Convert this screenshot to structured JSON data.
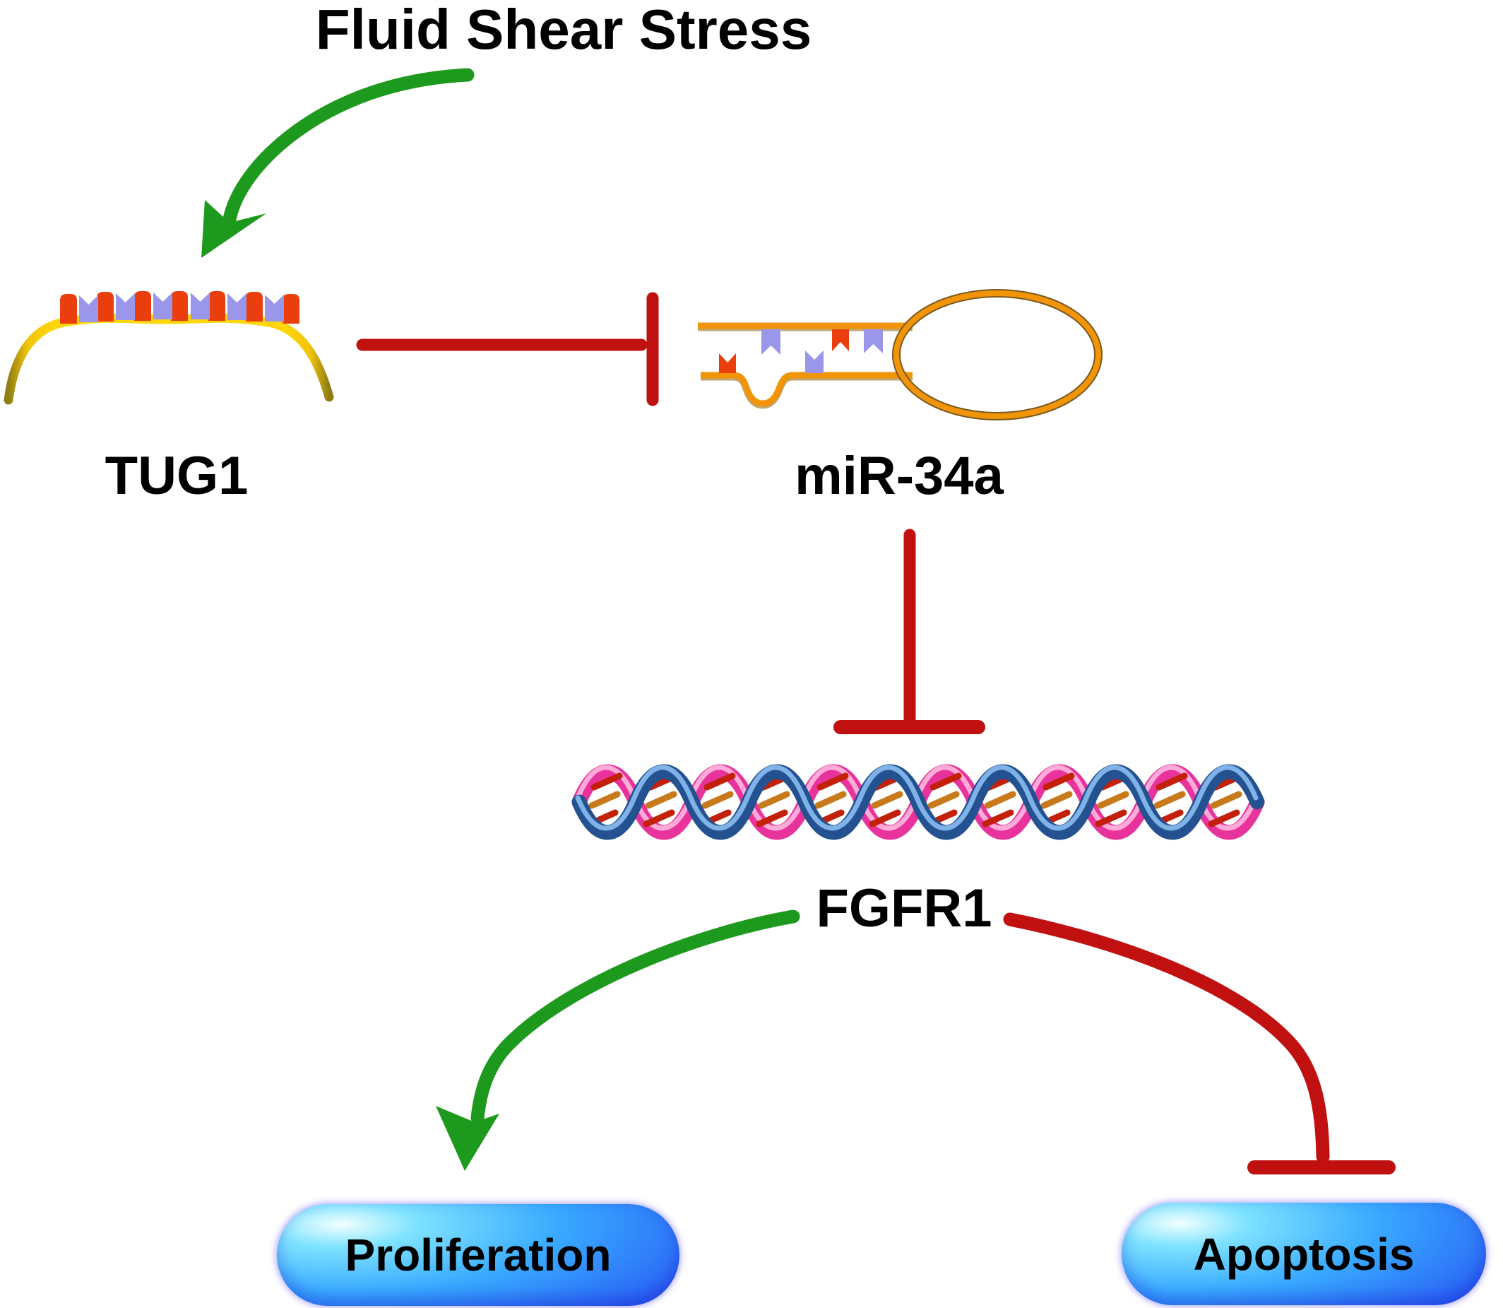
{
  "title": "Fluid Shear Stress",
  "nodes": {
    "tug1": {
      "label": "TUG1",
      "kind": "lncRNA strand with base marks"
    },
    "mir34a": {
      "label": "miR-34a",
      "kind": "microRNA hairpin with loop"
    },
    "fgfr1": {
      "label": "FGFR1",
      "kind": "gene shown as DNA double helix"
    },
    "proliferation": {
      "label": "Proliferation",
      "kind": "outcome capsule"
    },
    "apoptosis": {
      "label": "Apoptosis",
      "kind": "outcome capsule"
    }
  },
  "edges": [
    {
      "from": "Fluid Shear Stress",
      "to": "TUG1",
      "relation": "activates",
      "style": "green curved arrow"
    },
    {
      "from": "TUG1",
      "to": "miR-34a",
      "relation": "inhibits",
      "style": "red T-bar"
    },
    {
      "from": "miR-34a",
      "to": "FGFR1",
      "relation": "inhibits",
      "style": "red T-bar"
    },
    {
      "from": "FGFR1",
      "to": "Proliferation",
      "relation": "promotes",
      "style": "green curved arrow"
    },
    {
      "from": "FGFR1",
      "to": "Apoptosis",
      "relation": "inhibits",
      "style": "red curved T-bar"
    }
  ],
  "colors": {
    "activation_green": "#1d9a1d",
    "inhibition_red": "#c11010",
    "tug1_strand_yellow": "#ffd60a",
    "mir_strand_orange": "#f19408",
    "base_mark_red": "#ea3f0c",
    "base_mark_blue": "#9a96ea",
    "helix_pink": "#e8339c",
    "helix_blue": "#24518f",
    "pill_blue": "#2d7dfb",
    "text": "#000000"
  }
}
